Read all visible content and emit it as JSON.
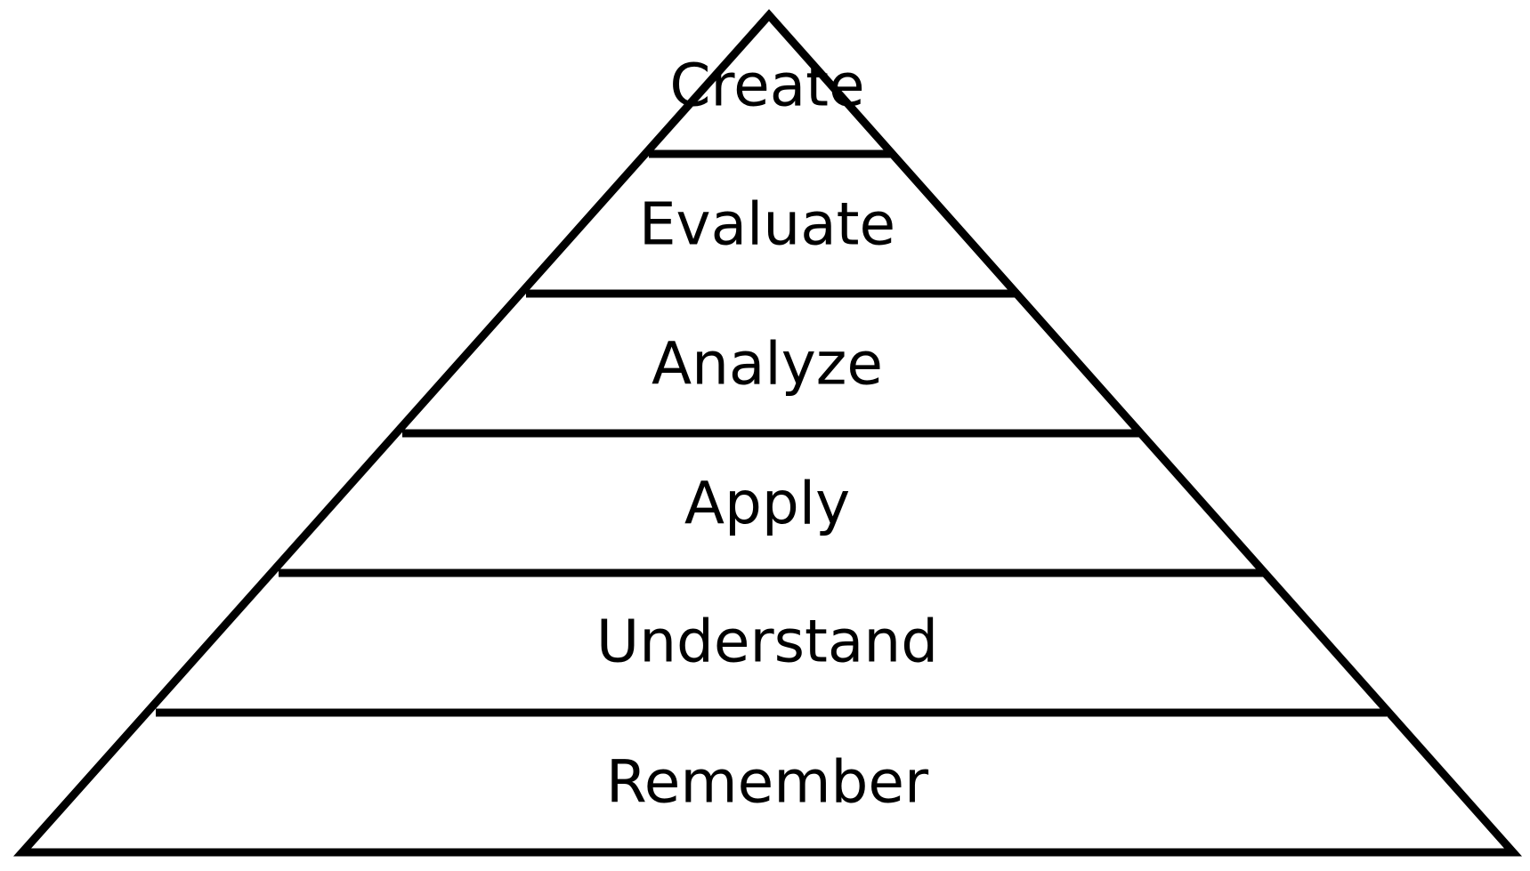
{
  "diagram": {
    "levels": [
      {
        "label": "Create"
      },
      {
        "label": "Evaluate"
      },
      {
        "label": "Analyze"
      },
      {
        "label": "Apply"
      },
      {
        "label": "Understand"
      },
      {
        "label": "Remember"
      }
    ]
  }
}
